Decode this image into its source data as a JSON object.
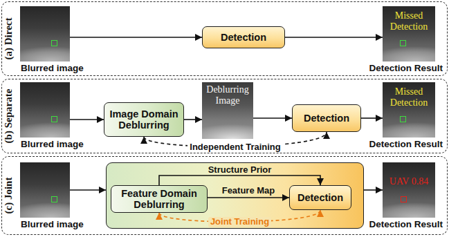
{
  "diagram": {
    "nodes": [
      {
        "text": [
          "(a) Direct"
        ]
      },
      {
        "text": [
          "Blurred image"
        ],
        "in": 0
      },
      {
        "text": [
          "Detection"
        ],
        "in": 0
      },
      {
        "text": [
          "Missed Detection",
          "Detection Result"
        ],
        "in": 0
      },
      {
        "text": [
          "(b) Separate"
        ]
      },
      {
        "text": [
          "Blurred image"
        ],
        "in": 4
      },
      {
        "text": [
          "Image Domain Deblurring"
        ],
        "in": 4
      },
      {
        "text": [
          "Deblurring Image"
        ],
        "in": 4
      },
      {
        "text": [
          "Detection"
        ],
        "in": 4
      },
      {
        "text": [
          "Missed Detection",
          "Detection Result"
        ],
        "in": 4
      },
      {
        "text": [
          "(c) Joint"
        ]
      },
      {
        "text": [
          "Blurred image"
        ],
        "in": 10
      },
      {
        "text": [],
        "in": 10
      },
      {
        "text": [
          "Feature Domain Deblurring"
        ],
        "in": 12
      },
      {
        "text": [
          "Detection"
        ],
        "in": 12
      },
      {
        "text": [
          "UAV 0.84",
          "Detection Result"
        ],
        "in": 10
      }
    ],
    "edges": [
      {
        "from": 1,
        "to": 2,
        "arrow": "to"
      },
      {
        "from": 2,
        "to": 3,
        "arrow": "to"
      },
      {
        "from": 5,
        "to": 6,
        "arrow": "to"
      },
      {
        "from": 6,
        "to": 7,
        "arrow": "to"
      },
      {
        "from": 7,
        "to": 8,
        "arrow": "to"
      },
      {
        "from": 8,
        "to": 9,
        "arrow": "to"
      },
      {
        "from": 6,
        "to": 8,
        "label": "Independent Training",
        "arrow": "both"
      },
      {
        "from": 11,
        "to": 12,
        "arrow": "to"
      },
      {
        "from": 12,
        "to": 15,
        "arrow": "to"
      },
      {
        "from": 13,
        "to": 14,
        "label": "Structure Prior",
        "arrow": "to"
      },
      {
        "from": 13,
        "to": 14,
        "label": "Feature Map",
        "arrow": "to"
      },
      {
        "from": 13,
        "to": 14,
        "label": "Joint Training",
        "arrow": "both"
      }
    ]
  }
}
